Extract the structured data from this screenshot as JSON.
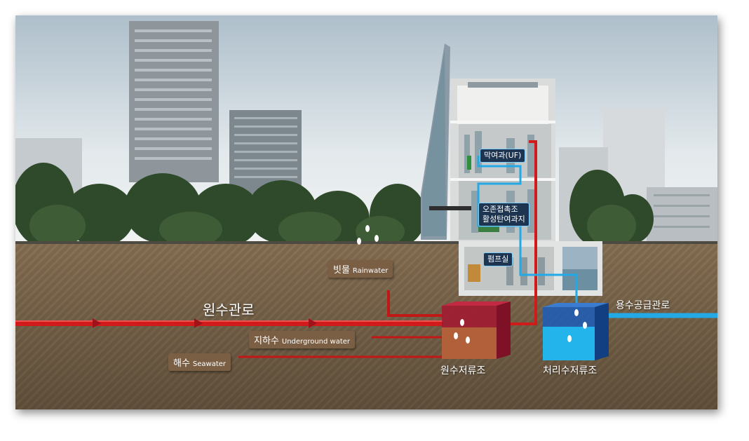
{
  "labels": {
    "main_pipe": "원수관로",
    "rainwater_ko": "빗물",
    "rainwater_en": "Rainwater",
    "groundwater_ko": "지하수",
    "groundwater_en": "Underground water",
    "seawater_ko": "해수",
    "seawater_en": "Seawater",
    "raw_tank": "원수저류조",
    "treated_tank": "처리수저류조",
    "supply_pipe": "용수공급관로",
    "uf": "막여과(UF)",
    "ozone_line1": "오존접촉조",
    "ozone_line2": "활성탄여과지",
    "pump_room": "펌프실"
  },
  "colors": {
    "sky_top": "#c8d6df",
    "soil": "#8c7356",
    "raw_pipe": "#d11a1a",
    "treated_pipe": "#22a9e6",
    "tag_bg": "#7a5f45",
    "raw_tank": "#a31830",
    "treated_tank": "#1d5db8"
  }
}
